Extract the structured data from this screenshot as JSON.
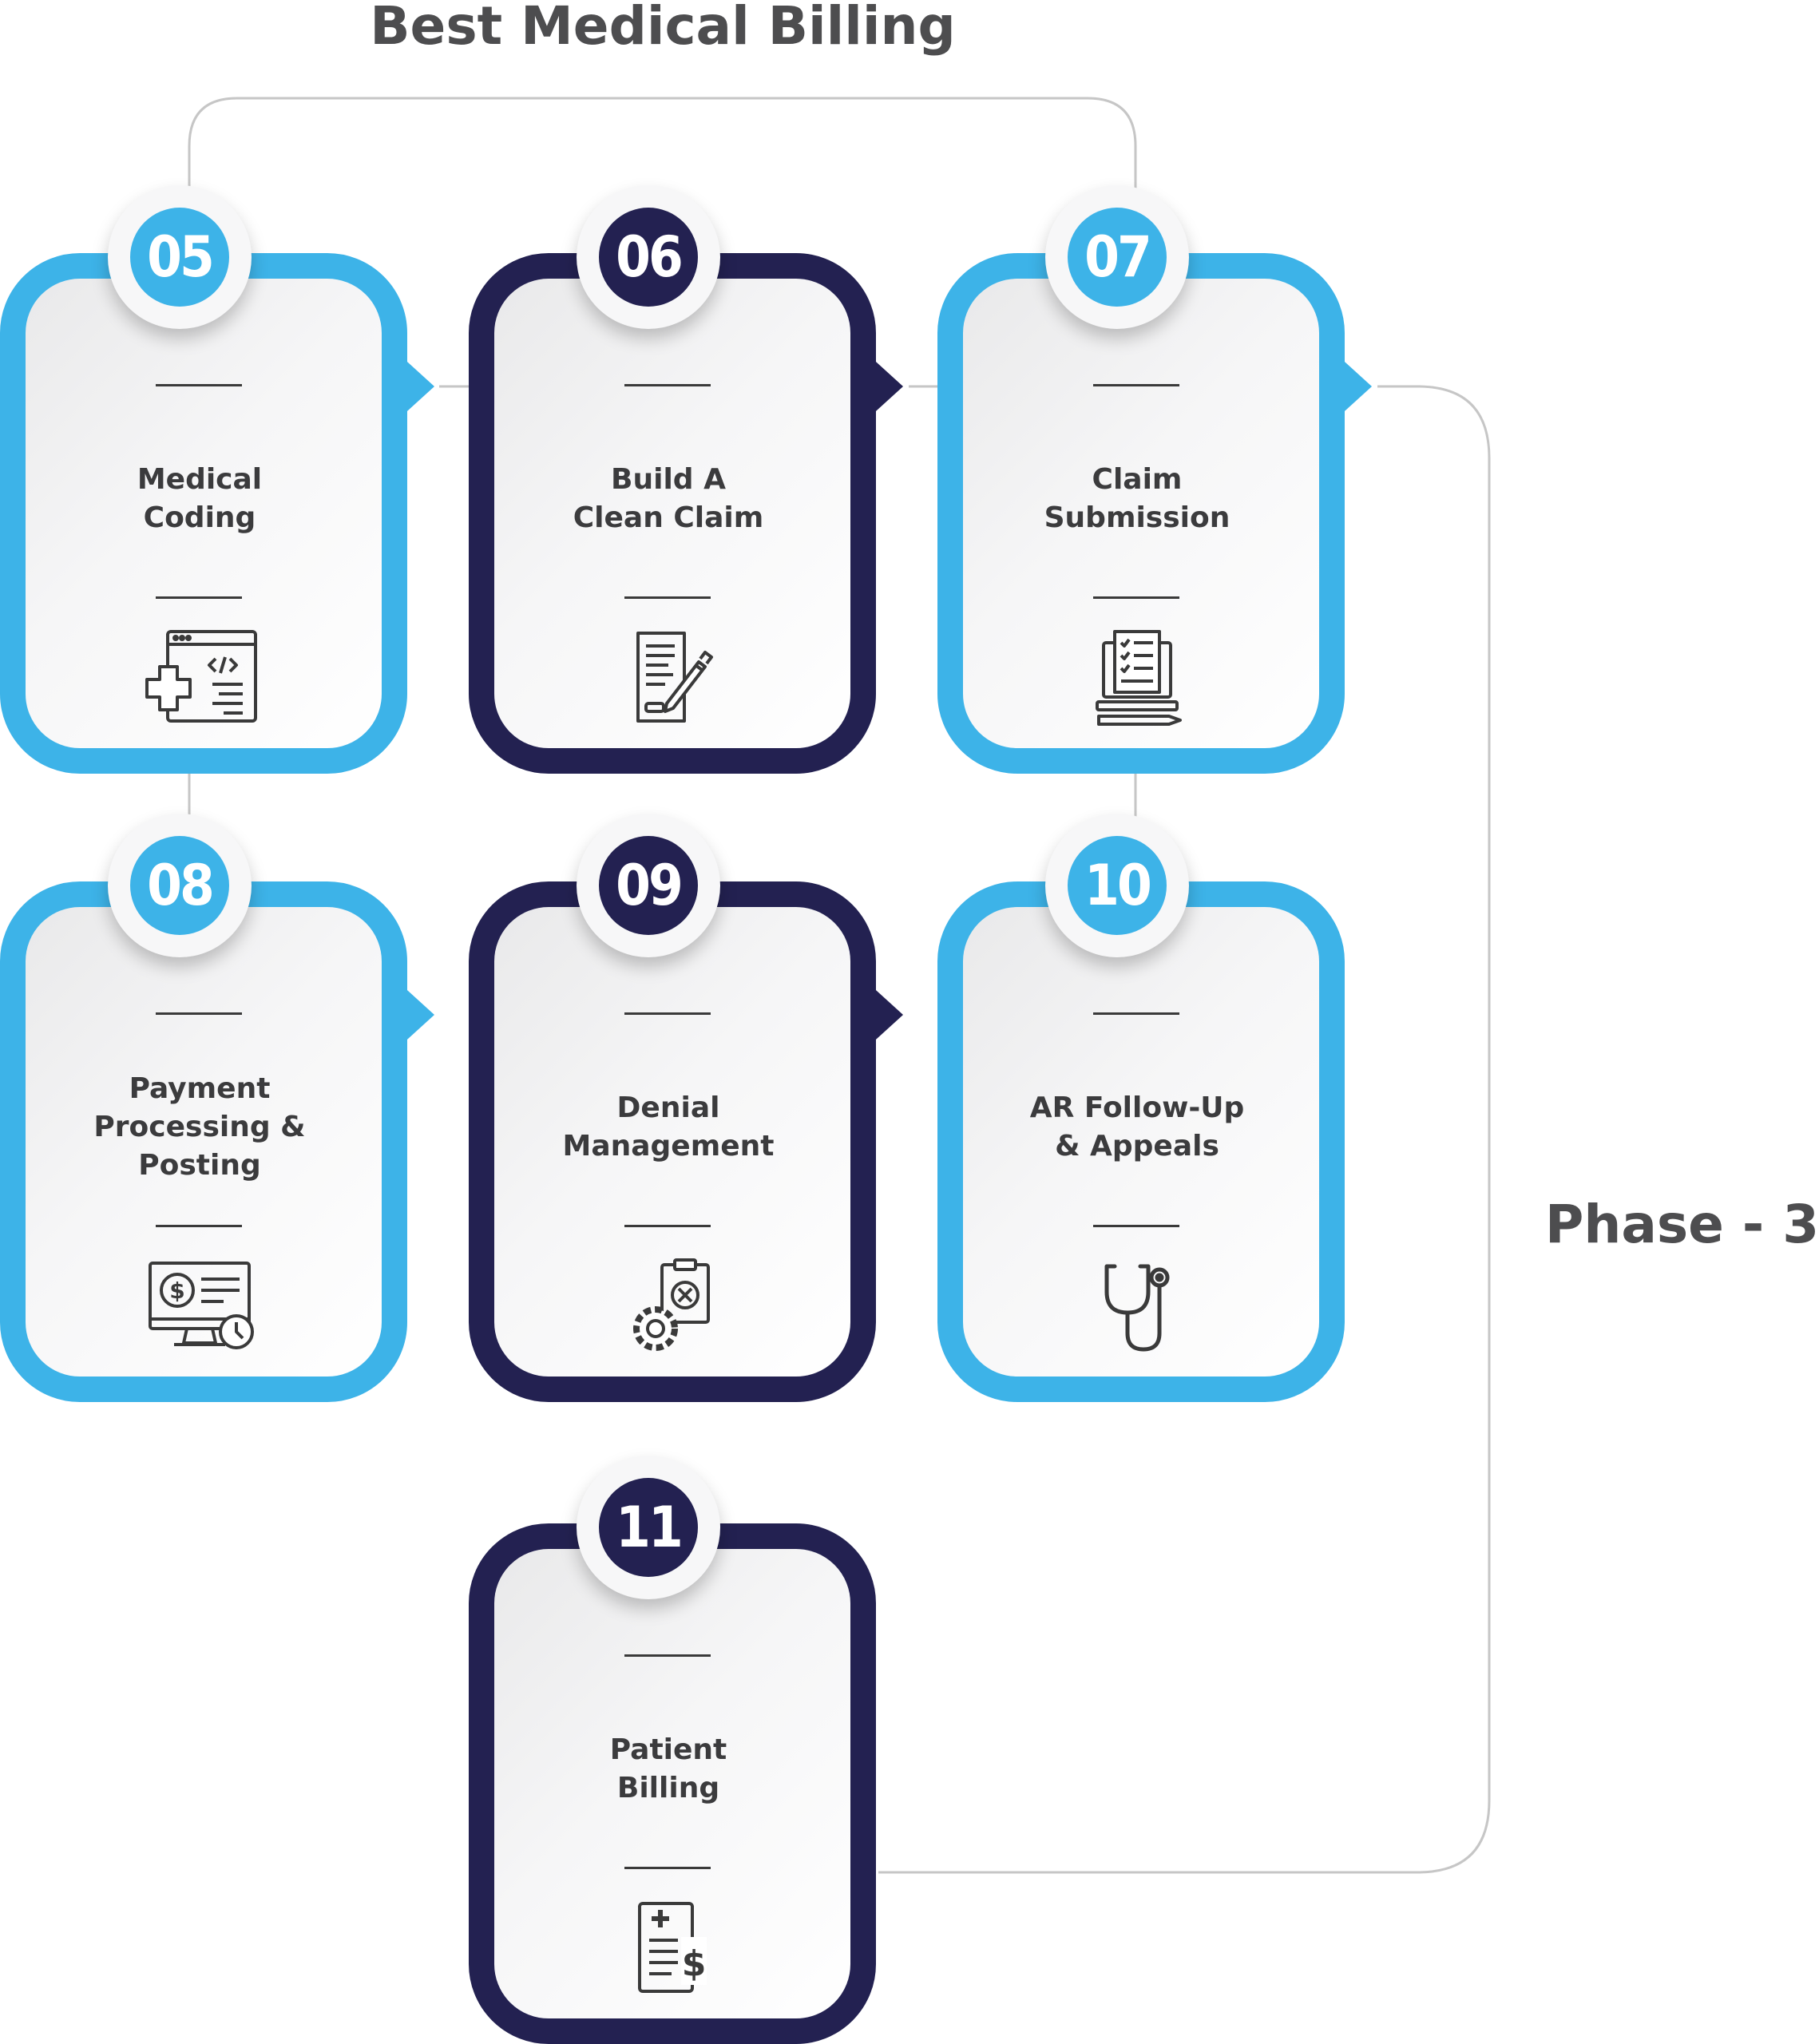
{
  "title": "Best Medical Billing",
  "phase_label": "Phase - 3",
  "colors": {
    "light_blue": "#3db3e8",
    "navy": "#232151",
    "connector": "#c4c4c4",
    "text": "#3b3b3d"
  },
  "steps": [
    {
      "number": "05",
      "label": "Medical\nCoding",
      "icon": "medical-coding-icon"
    },
    {
      "number": "06",
      "label": "Build A\nClean  Claim",
      "icon": "document-pen-icon"
    },
    {
      "number": "07",
      "label": "Claim\nSubmission",
      "icon": "claim-submission-icon"
    },
    {
      "number": "08",
      "label": "Payment\nProcessing &\nPosting",
      "icon": "payment-monitor-icon"
    },
    {
      "number": "09",
      "label": "Denial\nManagement",
      "icon": "denial-gear-clipboard-icon"
    },
    {
      "number": "10",
      "label": "AR Follow-Up\n& Appeals",
      "icon": "stethoscope-icon"
    },
    {
      "number": "11",
      "label": "Patient\nBilling",
      "icon": "patient-bill-icon"
    }
  ]
}
